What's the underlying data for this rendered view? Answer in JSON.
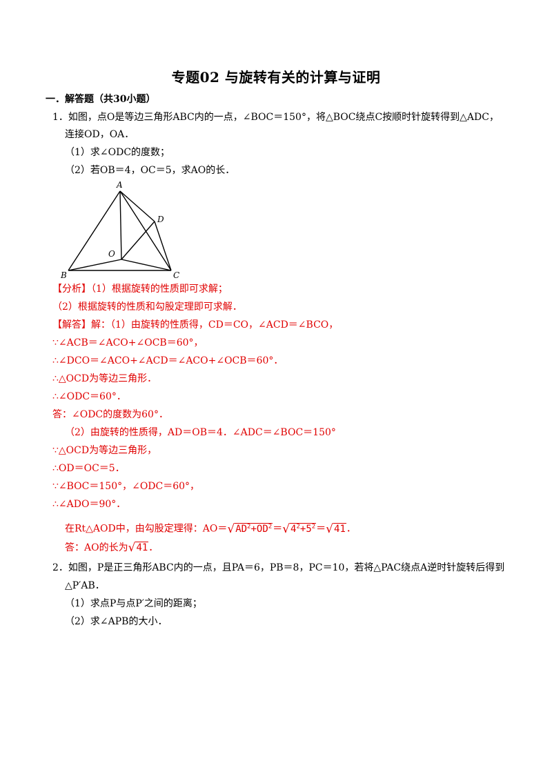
{
  "title": "专题02  与旋转有关的计算与证明",
  "section_heading": "一．解答题（共30小题）",
  "q1": {
    "stem_line1": "1．如图，点O是等边三角形ABC内的一点，∠BOC＝150°，将△BOC绕点C按顺时针旋转得到△ADC，",
    "stem_line2": "连接OD，OA．",
    "part1": "（1）求∠ODC的度数；",
    "part2": "（2）若OB＝4，OC＝5，求AO的长．",
    "figure_labels": {
      "A": "A",
      "B": "B",
      "C": "C",
      "D": "D",
      "O": "O"
    },
    "analysis_tag": "【分析】",
    "analysis_1": "（1）根据旋转的性质即可求解；",
    "analysis_2": "（2）根据旋转的性质和勾股定理即可求解．",
    "answer_tag": "【解答】",
    "sol": [
      "解：（1）由旋转的性质得，CD＝CO，∠ACD＝∠BCO，",
      "∵∠ACB＝∠ACO+∠OCB＝60°，",
      "∴∠DCO＝∠ACO+∠ACD＝∠ACO+∠OCB＝60°．",
      "∴△OCD为等边三角形．",
      "∴∠ODC＝60°．",
      "答：∠ODC的度数为60°．",
      "（2）由旋转的性质得，AD＝OB＝4．∠ADC＝∠BOC＝150°",
      "∵△OCD为等边三角形，",
      "∴OD＝OC＝5．",
      "∵∠BOC＝150°，∠ODC＝60°，",
      "∴∠ADO＝90°．"
    ],
    "rt_prefix": "在Rt△AOD中，由勾股定理得：AO＝",
    "rt_rad1": "AD",
    "rt_rad1b": "+OD",
    "rt_eq": "＝",
    "rt_rad2": "4",
    "rt_rad2b": "+5",
    "rt_eq2": "＝",
    "rt_rad3": "41",
    "rt_end": "．",
    "exp2": "2",
    "final_prefix": "答：AO的长为",
    "final_rad": "41",
    "final_end": "．"
  },
  "q2": {
    "stem_line1": "2．如图，P是正三角形ABC内的一点，且PA＝6，PB＝8，PC＝10，若将△PAC绕点A逆时针旋转后得到",
    "stem_line2": "△P′AB．",
    "part1": "（1）求点P与点P′之间的距离；",
    "part2": "（2）求∠APB的大小．"
  },
  "colors": {
    "answer_red": "#e00000",
    "text": "#000000"
  }
}
